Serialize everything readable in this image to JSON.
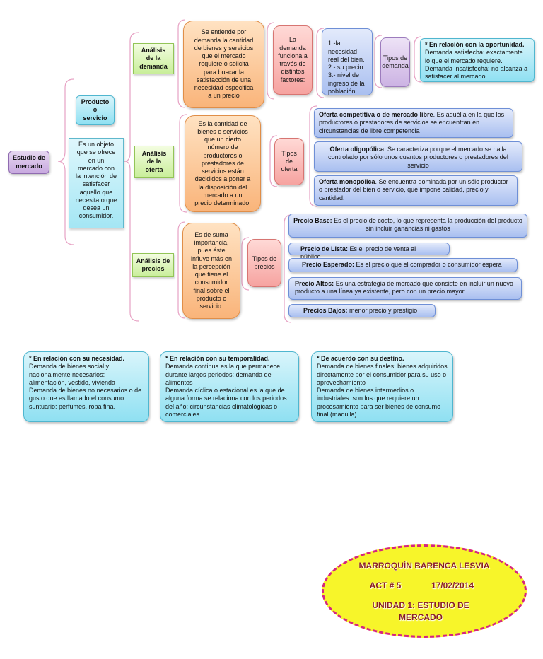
{
  "root": "Estudio de mercado",
  "producto": {
    "title": "Producto o servicio",
    "definition": "Es un objeto que se ofrece en un mercado con la intención de satisfacer aquello que necesita o que desea un consumidor."
  },
  "demanda": {
    "title": "Análisis de la demanda",
    "definition": "Se entiende por demanda la cantidad de bienes y servicios que el mercado requiere o solicita para buscar la satisfacción de una necesidad especifica a un precio",
    "factors_intro": "La demanda funciona a través de distintos factores:",
    "factors": "1.-la necesidad real del bien.\n2.- su precio.\n3.- nivel de ingreso de la población.",
    "types_label": "Tipos de demanda",
    "opportunity_title": "* En relación con la oportunidad.",
    "opportunity_text": "Demanda satisfecha: exactamente lo que el mercado requiere.\nDemanda insatisfecha: no alcanza a satisfacer al mercado"
  },
  "oferta": {
    "title": "Análisis de la oferta",
    "definition": "Es la cantidad de bienes o servicios que un cierto número de productores o prestadores de servicios están decididos a poner a la disposición del mercado a un precio determinado.",
    "types_label": "Tipos de oferta",
    "types": [
      {
        "name": "Oferta competitiva o de mercado libre",
        "text": ". Es aquélla en la que los productores o prestadores de servicios se encuentran en circunstancias de libre competencia"
      },
      {
        "name": "Oferta oligopólica",
        "text": ". Se caracteriza porque el mercado se halla controlado por sólo unos cuantos productores o prestadores del servicio"
      },
      {
        "name": "Oferta monopólica",
        "text": ". Se encuentra dominada por un sólo productor o prestador del bien o servicio, que impone calidad, precio y cantidad."
      }
    ]
  },
  "precios": {
    "title": "Análisis de precios",
    "definition": "Es de suma importancia, pues éste influye más en la percepción que tiene el consumidor final sobre el producto o servicio.",
    "types_label": "Tipos de precios",
    "types": [
      {
        "name": "Precio Base:",
        "text": " Es el precio de costo, lo que representa la producción del producto sin incluir ganancias ni gastos"
      },
      {
        "name": "Precio de Lista:",
        "text": " Es el precio de venta al público"
      },
      {
        "name": "Precio Esperado:",
        "text": " Es el precio que el comprador o consumidor espera"
      },
      {
        "name": "Precio Altos:",
        "text": " Es una estrategia de mercado que consiste en incluir un nuevo producto a una línea ya existente, pero con un precio mayor"
      },
      {
        "name": "Precios Bajos:",
        "text": " menor precio y prestigio"
      }
    ]
  },
  "bottom_notes": [
    {
      "title": "* En relación con su necesidad.",
      "text": "Demanda de bienes social y nacionalmente necesarios: alimentación, vestido, vivienda\nDemanda de bienes no necesarios o de gusto que es llamado el consumo suntuario: perfumes, ropa fina."
    },
    {
      "title": "* En relación con su temporalidad.",
      "text": "Demanda continua es la que permanece durante largos periodos: demanda de alimentos\nDemanda cíclica o estacional es la que de alguna forma se relaciona con los periodos del año: circunstancias climatológicas o comerciales"
    },
    {
      "title": "* De acuerdo con su destino.",
      "text": "Demanda de bienes finales: bienes adquiridos directamente por el consumidor para su uso o aprovechamiento\nDemanda de bienes intermedios o industriales: son los que requiere un procesamiento para ser bienes de consumo final (maquila)"
    }
  ],
  "badge": {
    "author": "MARROQUÍN BARENCA LESVIA",
    "activity": "ACT # 5",
    "date": "17/02/2014",
    "unit": "UNIDAD 1: ESTUDIO DE MERCADO"
  },
  "colors": {
    "bracket": "#e7a2c4",
    "badge_fill": "#f7f52a",
    "badge_border": "#d6267e",
    "badge_text": "#8a1f1f"
  }
}
